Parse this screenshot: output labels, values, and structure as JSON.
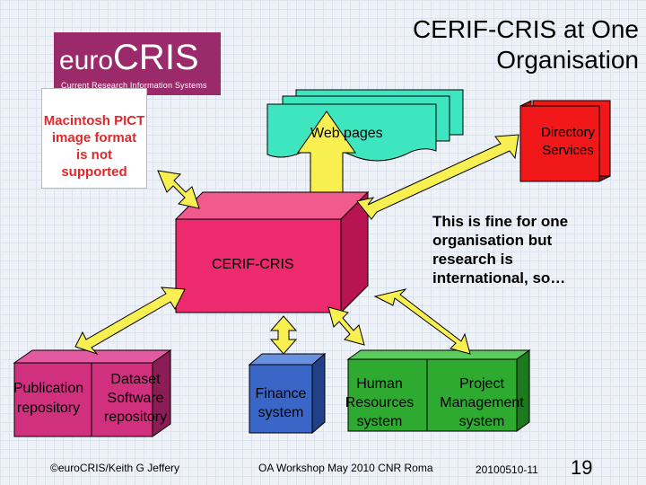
{
  "slide": {
    "title_line1": "CERIF-CRIS at One",
    "title_line2": "Organisation"
  },
  "logo": {
    "word_prefix": "euro",
    "word_main": "CRIS",
    "tagline": "Current Research Information Systems"
  },
  "placeholder_image": {
    "line1": "Macintosh PICT",
    "line2": "image format",
    "line3": "is not supported"
  },
  "diagram": {
    "web_pages": "Web pages",
    "directory_line1": "Directory",
    "directory_line2": "Services",
    "cerif_cris": "CERIF-CRIS",
    "publication_line1": "Publication",
    "publication_line2": "repository",
    "dataset_line1": "Dataset",
    "dataset_line2": "Software",
    "dataset_line3": "repository",
    "finance_line1": "Finance",
    "finance_line2": "system",
    "hr_line1": "Human",
    "hr_line2": "Resources",
    "hr_line3": "system",
    "project_line1": "Project",
    "project_line2": "Management",
    "project_line3": "system"
  },
  "note": {
    "line1": "This is fine for one",
    "line2": "organisation but",
    "line3": "research is",
    "line4": "international, so…"
  },
  "footer": {
    "author": "©euroCRIS/Keith G Jeffery",
    "event": "OA Workshop May 2010 CNR Roma",
    "date_code": "20100510-11",
    "page_number": "19"
  },
  "colors": {
    "cyan": "#3ee6c0",
    "red": "#f01818",
    "pink": "#ee2a6e",
    "blue": "#3a66c8",
    "green": "#2eaa30",
    "magenta": "#d0307e",
    "arrow_yellow": "#f8f050"
  }
}
